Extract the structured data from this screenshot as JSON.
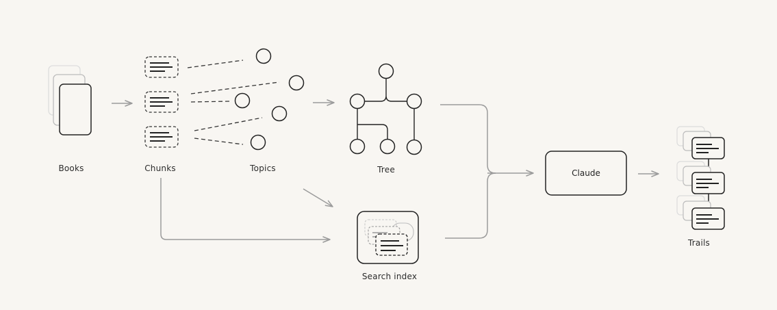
{
  "labels": {
    "books": "Books",
    "chunks": "Chunks",
    "topics": "Topics",
    "tree": "Tree",
    "search_index": "Search index",
    "claude": "Claude",
    "trails": "Trails"
  },
  "colors": {
    "background": "#f8f6f2",
    "ink": "#222222",
    "arrow": "#9b9b9b",
    "ghost": "#d6d6d6"
  }
}
